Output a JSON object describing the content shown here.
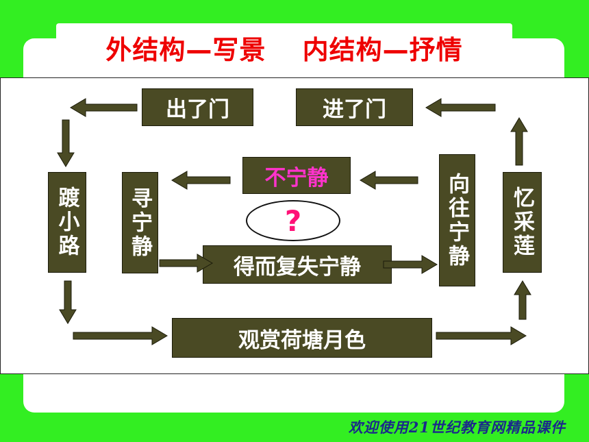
{
  "title": "外结构—写景　 内结构—抒情",
  "boxes": {
    "chu_le_men": "出了门",
    "jin_le_men": "进了门",
    "bu_ning_jing": "不宁静",
    "du_xiao_lu": "踱小路",
    "xun_ning_jing": "寻宁静",
    "xiang_wang_ning_jing": "向往宁静",
    "yi_cai_lian": "忆采莲",
    "de_er_fu_shi": "得而复失宁静",
    "guan_shang": "观赏荷塘月色"
  },
  "oval_mark": "?",
  "footer": "欢迎使用21世纪教育网精品课件",
  "colors": {
    "background": "#33ee22",
    "title": "#ee0000",
    "box_fill": "#4a4a24",
    "box_text": "#ffffff",
    "highlight_text": "#ff33cc",
    "question_mark": "#ff1177",
    "footer_text": "#1a2a8a"
  }
}
